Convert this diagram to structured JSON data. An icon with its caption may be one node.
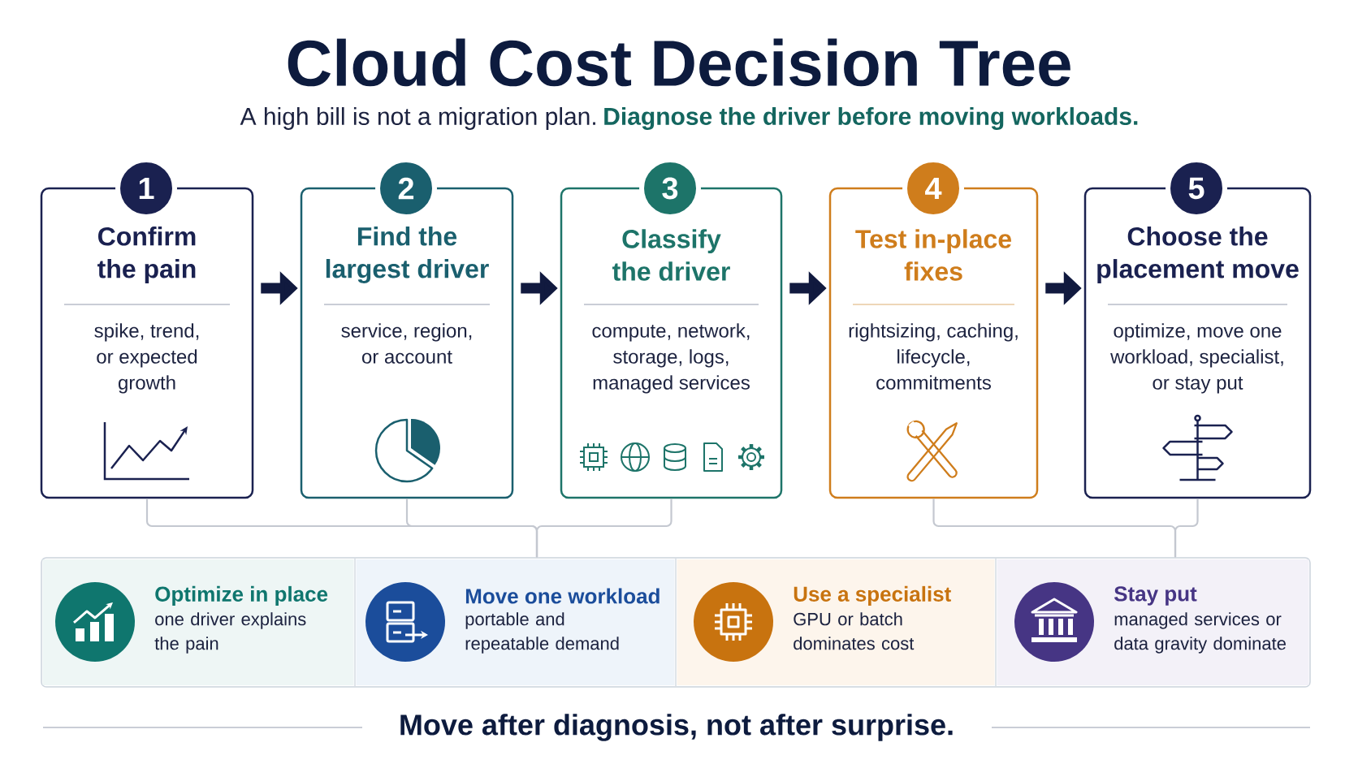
{
  "diagram": {
    "title": "Cloud Cost Decision Tree",
    "caption": "Move after diagnosis, not after surprise.",
    "nodes": [
      {
        "text": [
          "1",
          "Confirm the pain",
          "spike, trend, or expected growth"
        ]
      },
      {
        "text": [
          "2",
          "Find the largest driver",
          "service, region, or account"
        ]
      },
      {
        "text": [
          "3",
          "Classify the driver",
          "compute, network, storage, logs, managed services"
        ]
      },
      {
        "text": [
          "4",
          "Test in-place fixes",
          "rightsizing, caching, lifecycle, commitments"
        ]
      },
      {
        "text": [
          "5",
          "Choose the placement move",
          "optimize, move one workload, specialist, or stay put"
        ]
      },
      {
        "text": [],
        "shape": "box"
      },
      {
        "text": [
          "Optimize in place",
          "one driver explains the pain"
        ],
        "in": 5
      },
      {
        "text": [
          "Move one workload",
          "portable and repeatable demand"
        ],
        "in": 5
      },
      {
        "text": [
          "Use a specialist",
          "GPU or batch dominates cost"
        ],
        "in": 5
      },
      {
        "text": [
          "Stay put",
          "managed services or data gravity dominate"
        ],
        "in": 5
      }
    ],
    "edges": [
      {
        "from": 0,
        "to": 1,
        "arrow": "to",
        "style": "thick",
        "color": "#111a3f"
      },
      {
        "from": 1,
        "to": 2,
        "arrow": "to",
        "style": "thick",
        "color": "#111a3f"
      },
      {
        "from": 2,
        "to": 3,
        "arrow": "to",
        "style": "thick",
        "color": "#111a3f"
      },
      {
        "from": 3,
        "to": 4,
        "arrow": "to",
        "style": "thick",
        "color": "#111a3f"
      },
      {
        "from": 0,
        "to": 5,
        "arrow": "none"
      },
      {
        "from": 1,
        "to": 5,
        "arrow": "none"
      },
      {
        "from": 2,
        "to": 5,
        "arrow": "none"
      },
      {
        "from": 3,
        "to": 5,
        "arrow": "none"
      },
      {
        "from": 4,
        "to": 5,
        "arrow": "none"
      }
    ],
    "labels": [
      "A high bill is not a migration plan.",
      "Diagnose the driver before moving workloads."
    ]
  }
}
